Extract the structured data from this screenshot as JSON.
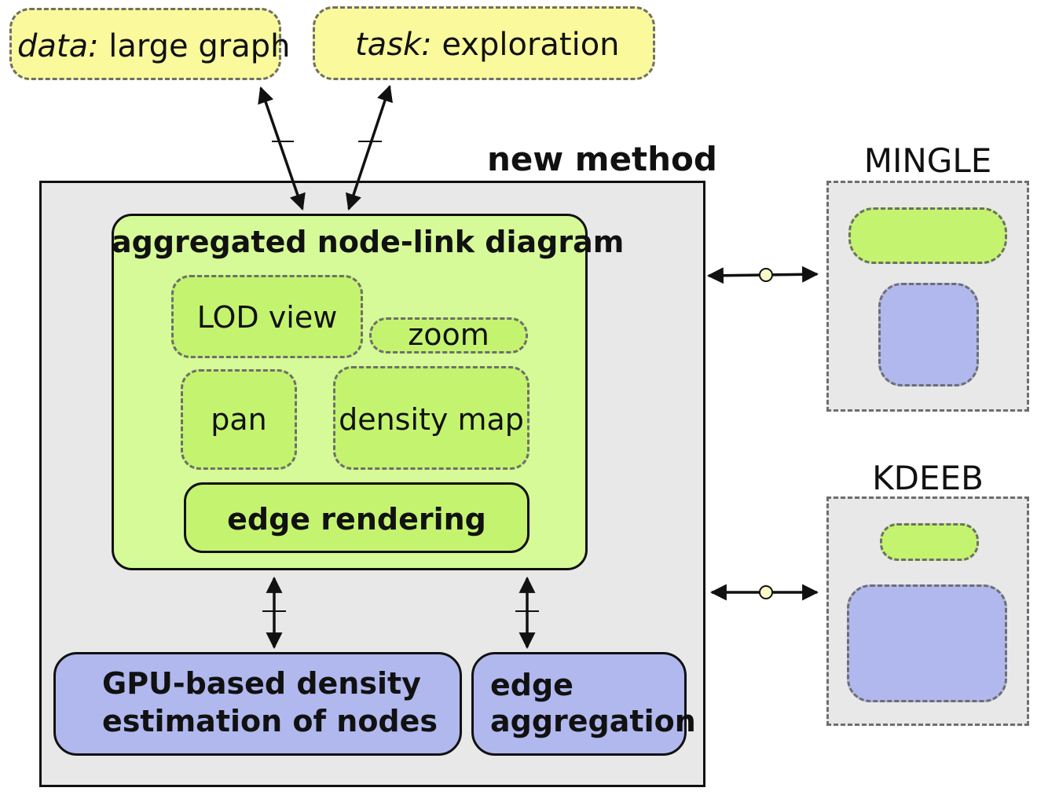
{
  "inputs": {
    "data_prefix": "data:",
    "data_text": " large graph",
    "task_prefix": "task:",
    "task_text": " exploration"
  },
  "main": {
    "title": "new method",
    "aggregated": {
      "title": "aggregated node-link diagram",
      "lod_view": "LOD view",
      "zoom": "zoom",
      "pan": "pan",
      "density_map": "density map",
      "edge_rendering": "edge rendering"
    },
    "gpu_density": {
      "line1": "GPU-based density",
      "line2": "estimation of nodes"
    },
    "edge_aggregation": {
      "line1": "edge",
      "line2": "aggregation"
    }
  },
  "related": {
    "mingle": "MINGLE",
    "kdeeb": "KDEEB"
  },
  "colors": {
    "yellow": "#fafa9c",
    "green_light": "#d6fa98",
    "green": "#c4f46f",
    "blue": "#b0b8ee",
    "gray": "#e8e8e8"
  }
}
